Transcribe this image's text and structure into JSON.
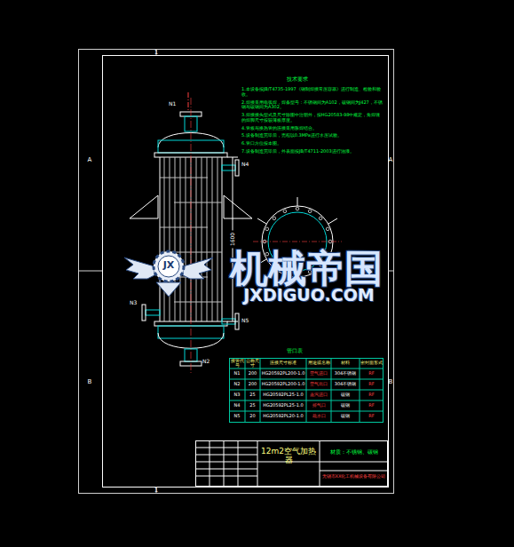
{
  "diagram": {
    "title": "12m2空气加热器",
    "labels": [
      "1",
      "1",
      "A",
      "A",
      "B",
      "B",
      "N1",
      "N4",
      "1600",
      "N3",
      "N5",
      "N2",
      "技术要求",
      "1.本设备按JB/T4735-1997《钢制焊接常压容器》进行制造、检验和验收。",
      "2.焊接采用电弧焊，焊条型号：不锈钢间为A102，碳钢间为J427，不锈钢与碳钢间为A302。",
      "3.焊接接头型式及尺寸除图中注明外，按HG20583-98中规定，角焊缝的焊脚尺寸按较薄板厚度。",
      "4.管板与换热管的连接采用胀焊结合。",
      "5.设备制造完毕后，壳程以0.3MPa进行水压试验。",
      "6.管口方位按本图。",
      "7.设备制造完毕后，外表面按JB/T4711-2003进行油漆。",
      "JX",
      "机械帝国",
      "JXDIGUO.COM",
      "管口表",
      "接管代号",
      "公称尺寸",
      "连接尺寸标准",
      "用途或名称",
      "材料",
      "密封面形式",
      "N1",
      "200",
      "HG20592PL200-1.0",
      "空气进口",
      "304不锈钢",
      "RF",
      "N2",
      "200",
      "HG20592PL200-1.0",
      "空气出口",
      "304不锈钢",
      "RF",
      "N3",
      "25",
      "HG20592PL25-1.0",
      "蒸汽进口",
      "碳钢",
      "RF",
      "N4",
      "25",
      "HG20592PL25-1.0",
      "排气口",
      "碳钢",
      "RF",
      "N5",
      "20",
      "HG20592PL20-1.0",
      "疏水口",
      "碳钢",
      "RF",
      "材质：不锈钢、碳钢",
      "无锡市XX化工机械设备有限公司"
    ]
  }
}
